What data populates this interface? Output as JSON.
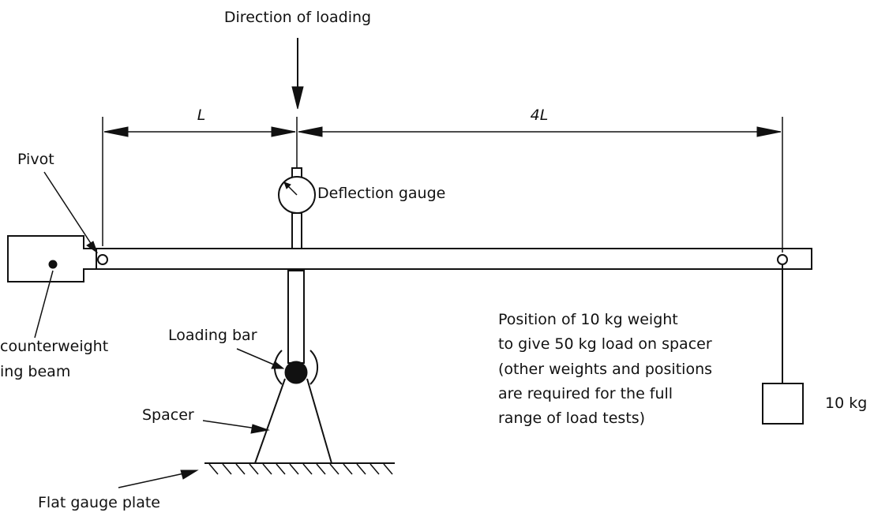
{
  "diagram": {
    "labels": {
      "direction_of_loading": "Direction of loading",
      "dim_L": "L",
      "dim_4L": "4L",
      "pivot": "Pivot",
      "deflection_gauge": "Deflection gauge",
      "counterweight_line1": "counterweight",
      "counterweight_line2": "ing beam",
      "loading_bar": "Loading bar",
      "spacer": "Spacer",
      "flat_gauge_plate": "Flat gauge plate",
      "weight_label": "10 kg",
      "note": [
        "Position of 10 kg weight",
        "to give 50 kg load on spacer",
        "(other weights and positions",
        "are required for the full",
        "range of load tests)"
      ]
    },
    "colors": {
      "line": "#111111",
      "background": "#ffffff"
    }
  }
}
